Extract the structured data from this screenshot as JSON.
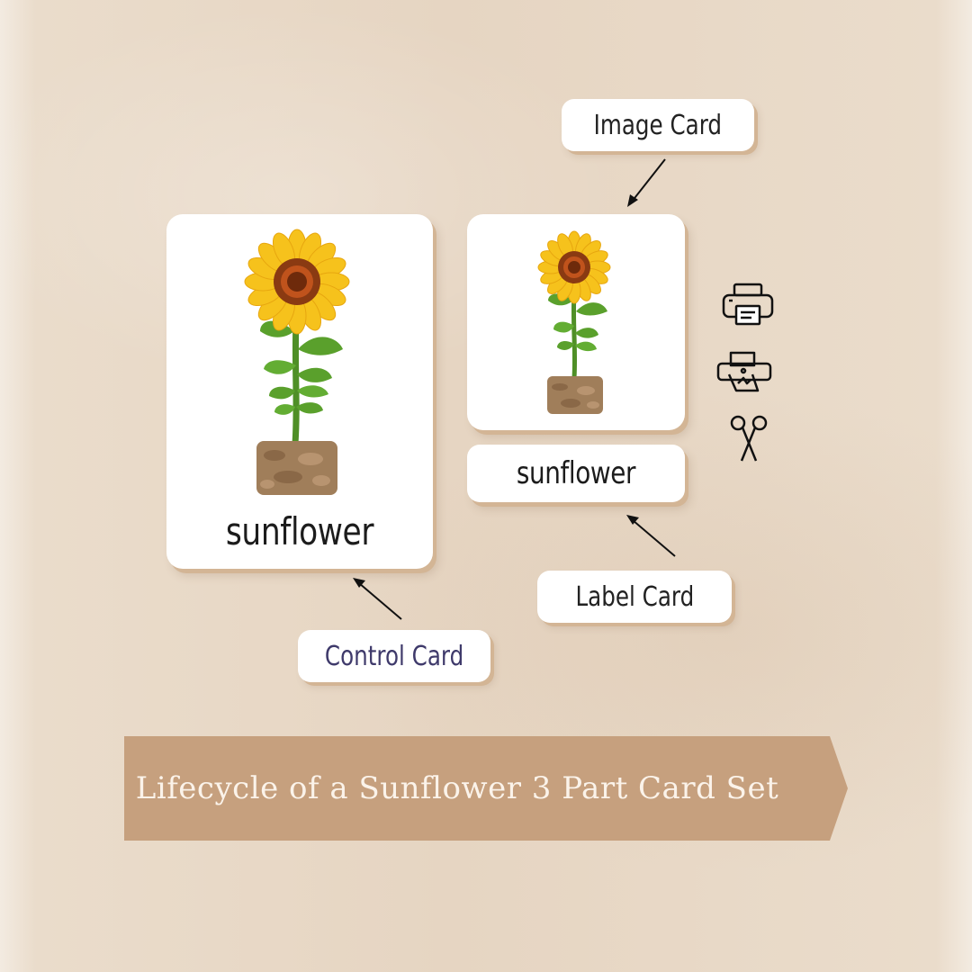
{
  "labels": {
    "image_card": "Image Card",
    "label_card": "Label Card",
    "control_card": "Control Card"
  },
  "cards": {
    "control_word": "sunflower",
    "label_word": "sunflower"
  },
  "banner": {
    "title": "Lifecycle of  a Sunflower 3 Part Card Set"
  },
  "icons": [
    "printer-icon",
    "laminator-icon",
    "scissors-icon"
  ],
  "colors": {
    "background": "#eadccb",
    "banner": "#c6a07e",
    "card_shadow": "#d3b595",
    "petal": "#f6c21c",
    "flower_center": "#8a3a12",
    "leaf": "#5aa02c",
    "soil": "#a07e5a",
    "control_label_text": "#3f3a6b"
  }
}
